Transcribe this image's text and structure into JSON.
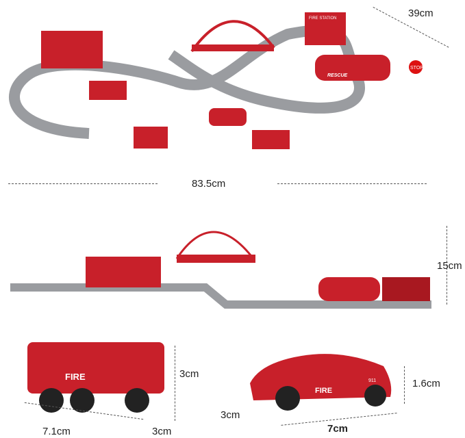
{
  "dimensions": {
    "top_depth": "39cm",
    "top_length": "83.5cm",
    "side_height": "15cm",
    "truck_height": "3cm",
    "truck_length": "7.1cm",
    "truck_width": "3cm",
    "car_height": "1.6cm",
    "car_width": "3cm",
    "car_length": "7cm"
  },
  "decals": {
    "fire_station": "FIRE STATION",
    "stop": "STOP",
    "fire": "FIRE",
    "rescue": "RESCUE",
    "car_number": "911"
  },
  "colors": {
    "toy_red": "#c8202a",
    "track_gray": "#9a9ca0"
  }
}
